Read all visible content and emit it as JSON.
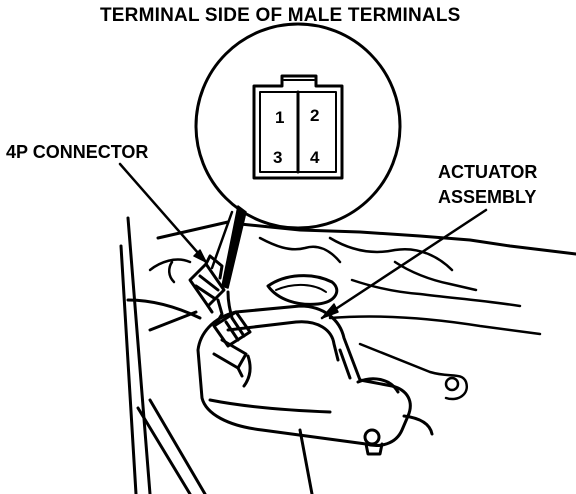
{
  "diagram": {
    "title": "TERMINAL SIDE OF MALE TERMINALS",
    "connector_label": "4P CONNECTOR",
    "actuator_label_line1": "ACTUATOR",
    "actuator_label_line2": "ASSEMBLY",
    "terminals": [
      "1",
      "2",
      "3",
      "4"
    ]
  }
}
